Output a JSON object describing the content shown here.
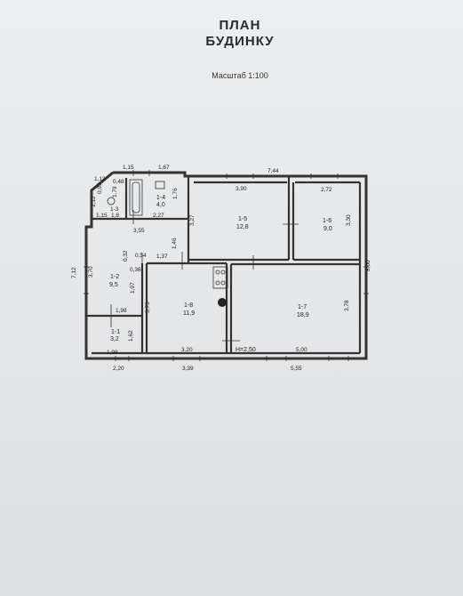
{
  "header": {
    "title_line1": "ПЛАН",
    "title_line2": "БУДИНКУ",
    "scale": "Масштаб 1:100"
  },
  "rooms": [
    {
      "id": "1-1",
      "area": "3,2"
    },
    {
      "id": "1-2",
      "area": "9,5"
    },
    {
      "id": "1-3",
      "area": "1,8"
    },
    {
      "id": "1-4",
      "area": "4,0"
    },
    {
      "id": "1-5",
      "area": "12,8"
    },
    {
      "id": "1-6",
      "area": "9,0"
    },
    {
      "id": "1-7",
      "area": "18,9"
    },
    {
      "id": "1-8",
      "area": "11,9"
    }
  ],
  "dimensions": {
    "top_1_15": "1,15",
    "top_1_67": "1,67",
    "top_7_44": "7,44",
    "d_1_13": "1,13",
    "d_0_48": "0,48",
    "d_0_93": "0,93",
    "d_1_79": "1,79",
    "d_1_12": "1,12",
    "d_1_15b": "1,15",
    "d_2_27": "2,27",
    "d_1_76": "1,76",
    "d_3_90": "3,90",
    "d_2_72": "2,72",
    "d_3_27": "3,27",
    "d_3_30": "3,30",
    "d_3_55": "3,55",
    "d_1_46": "1,46",
    "d_0_54": "0,54",
    "d_1_37": "1,37",
    "d_0_32": "0,32",
    "d_0_36": "0,36",
    "d_7_12": "7,12",
    "d_3_70": "3,70",
    "d_1_97": "1,97",
    "d_3_73": "3,73",
    "d_3_78": "3,78",
    "d_8_00": "8,00",
    "d_1_98a": "1,98",
    "d_1_62": "1,62",
    "d_3_20": "3,20",
    "d_height": "Н=2,50",
    "d_5_00": "5,00",
    "d_1_98b": "1,98",
    "bot_2_20": "2,20",
    "bot_3_39": "3,39",
    "bot_5_55": "5,55"
  }
}
